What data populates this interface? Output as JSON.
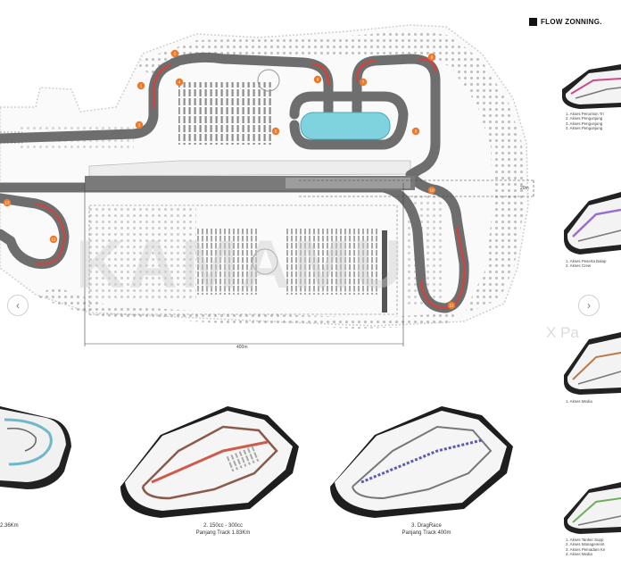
{
  "header": {
    "title": "FLOW ZONNING."
  },
  "dimensions": {
    "width_label": "400m",
    "side_label": "20m"
  },
  "watermark": {
    "text": "KAMAMU",
    "tail": "X Pa"
  },
  "track_markers": [
    "1",
    "2",
    "3",
    "4",
    "5",
    "6",
    "7",
    "8",
    "9",
    "10",
    "11",
    "12",
    "13"
  ],
  "variants": [
    {
      "id": "1",
      "caption_line1": "",
      "caption_line2": "2.36Km"
    },
    {
      "id": "2",
      "caption_line1": "2. 150cc - 300cc",
      "caption_line2": "Panjang Track 1.83Km"
    },
    {
      "id": "3",
      "caption_line1": "3. DragRace",
      "caption_line2": "Panjang Track 400m"
    }
  ],
  "zoning_panels": [
    {
      "items": [
        "1. Akses Penonton Tri",
        "2. Akses Pengunjung",
        "3. Akses Pengunjung",
        "4. Akses Pengunjung"
      ]
    },
    {
      "items": [
        "1. Akses Peserta Balap",
        "2. Akses Crew"
      ]
    },
    {
      "items": [
        "1. Akses Media"
      ]
    },
    {
      "items": [
        "1. Akses Tanker Supp",
        "2. Akses Management",
        "3. Akses Pemadam Ke",
        "4. Akses Media"
      ]
    }
  ],
  "colors": {
    "track": "#6e6e6e",
    "kerb": "#d8403a",
    "marker": "#ec7a2c",
    "pool": "#7fd3de",
    "parking": "#9a9a9a",
    "tree": "#c9c9c9"
  }
}
